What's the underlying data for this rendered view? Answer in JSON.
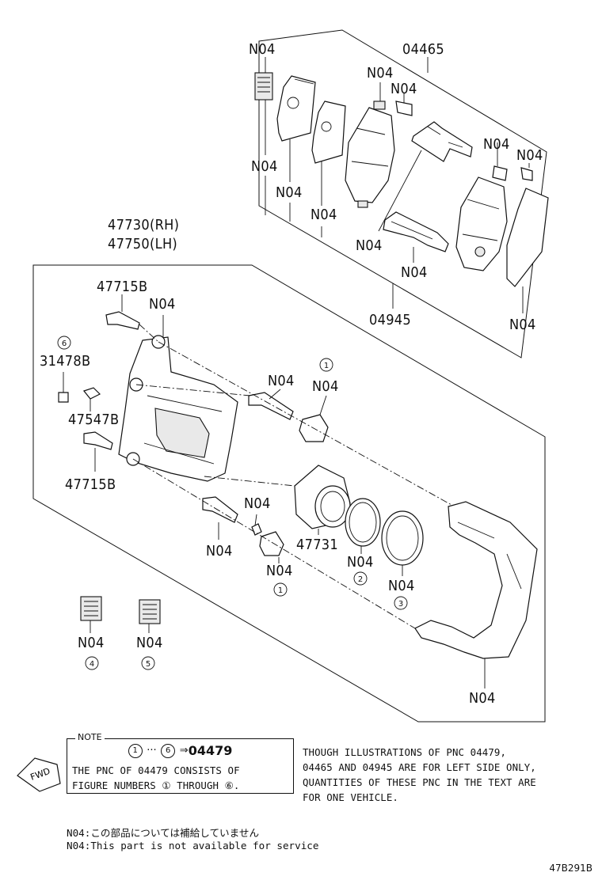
{
  "labels": {
    "n04": "N04",
    "pad_kit": "04465",
    "caliper_rh": "47730(RH)",
    "caliper_lh": "47750(LH)",
    "bolt_top": "47715B",
    "bolt_bottom": "47715B",
    "cap": "31478B",
    "bleeder": "47547B",
    "piston": "47731",
    "support_kit": "04945"
  },
  "circled": [
    "1",
    "2",
    "3",
    "4",
    "5",
    "6"
  ],
  "note": {
    "title": "NOTE",
    "start": "1",
    "range_sep": "···",
    "end": "6",
    "arrow": "⇒",
    "pnc": "04479",
    "line1": "THE PNC OF 04479 CONSISTS OF",
    "line2": "FIGURE NUMBERS ① THROUGH ⑥."
  },
  "side_note": [
    "THOUGH ILLUSTRATIONS OF PNC 04479,",
    "04465 AND 04945 ARE FOR LEFT SIDE ONLY,",
    "QUANTITIES OF THESE PNC IN THE TEXT ARE",
    "FOR ONE VEHICLE."
  ],
  "fwd": "FWD",
  "footnote_jp": "N04:この部品については補給していません",
  "footnote_en": "N04:This part is not available for service",
  "ref_code": "47B291B"
}
